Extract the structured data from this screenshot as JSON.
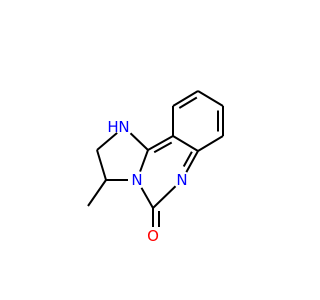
{
  "structure": {
    "atoms": [
      {
        "id": "a1",
        "element": "N",
        "label": "N",
        "hydrogens": "H",
        "color": "#0000ff"
      },
      {
        "id": "a2",
        "element": "C",
        "label": ""
      },
      {
        "id": "a3",
        "element": "C",
        "label": ""
      },
      {
        "id": "a4",
        "element": "C",
        "label": ""
      },
      {
        "id": "a5",
        "element": "C",
        "label": ""
      },
      {
        "id": "a6",
        "element": "C",
        "label": ""
      },
      {
        "id": "a7",
        "element": "C",
        "label": ""
      },
      {
        "id": "a8",
        "element": "C",
        "label": ""
      },
      {
        "id": "a9",
        "element": "C",
        "label": ""
      },
      {
        "id": "a10",
        "element": "N",
        "label": "N",
        "color": "#0000ff"
      },
      {
        "id": "a11",
        "element": "C",
        "label": ""
      },
      {
        "id": "a12",
        "element": "O",
        "label": "O",
        "color": "#ff0000"
      },
      {
        "id": "a13",
        "element": "N",
        "label": "N",
        "color": "#0000ff"
      },
      {
        "id": "a14",
        "element": "C",
        "label": ""
      },
      {
        "id": "a15",
        "element": "C",
        "label": ""
      },
      {
        "id": "a16",
        "element": "C",
        "label": ""
      }
    ],
    "bonds": [
      {
        "from": "a1",
        "to": "a2",
        "order": 1
      },
      {
        "from": "a2",
        "to": "a3",
        "order": 2
      },
      {
        "from": "a3",
        "to": "a4",
        "order": 1
      },
      {
        "from": "a4",
        "to": "a5",
        "order": 2
      },
      {
        "from": "a5",
        "to": "a6",
        "order": 1
      },
      {
        "from": "a6",
        "to": "a7",
        "order": 2
      },
      {
        "from": "a7",
        "to": "a8",
        "order": 1
      },
      {
        "from": "a8",
        "to": "a9",
        "order": 2
      },
      {
        "from": "a8",
        "to": "a3",
        "order": 1
      },
      {
        "from": "a9",
        "to": "a10",
        "order": 1
      },
      {
        "from": "a10",
        "to": "a11",
        "order": 2
      },
      {
        "from": "a11",
        "to": "a12",
        "order": 2
      },
      {
        "from": "a11",
        "to": "a13",
        "order": 1
      },
      {
        "from": "a13",
        "to": "a14",
        "order": 1
      },
      {
        "from": "a14",
        "to": "a15",
        "order": 1
      },
      {
        "from": "a14",
        "to": "a16",
        "order": 1
      },
      {
        "from": "a16",
        "to": "a1",
        "order": 1
      },
      {
        "from": "a13",
        "to": "a2",
        "order": 1
      }
    ]
  }
}
